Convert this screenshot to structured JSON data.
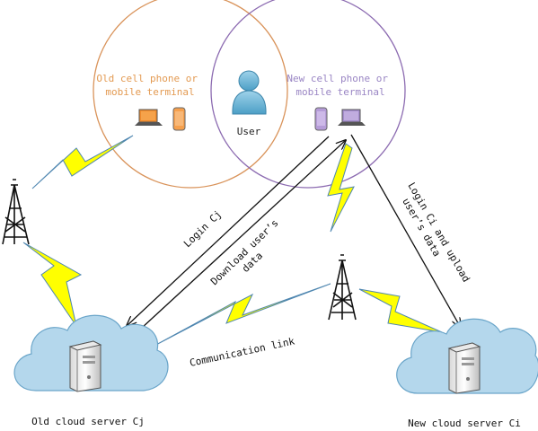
{
  "circles": {
    "old_label": [
      "Old cell phone or",
      "mobile terminal"
    ],
    "new_label": [
      "New cell phone or",
      "mobile terminal"
    ],
    "user_label": "User"
  },
  "links": {
    "login_cj": "Login Cj",
    "download": [
      "Download user’s",
      "data"
    ],
    "login_ci": [
      "Login Ci and upload",
      "user’s data"
    ],
    "communication": "Communication link"
  },
  "servers": {
    "old": "Old cloud server Cj",
    "new": "New cloud server Ci"
  },
  "colors": {
    "old_circle": "#d9935a",
    "new_circle": "#8c6bb1",
    "old_text": "#e39a52",
    "new_text": "#9a86c4",
    "lightning": "#ffff00",
    "cloud": "#b4d7ec",
    "user": "#6fb6d6"
  }
}
